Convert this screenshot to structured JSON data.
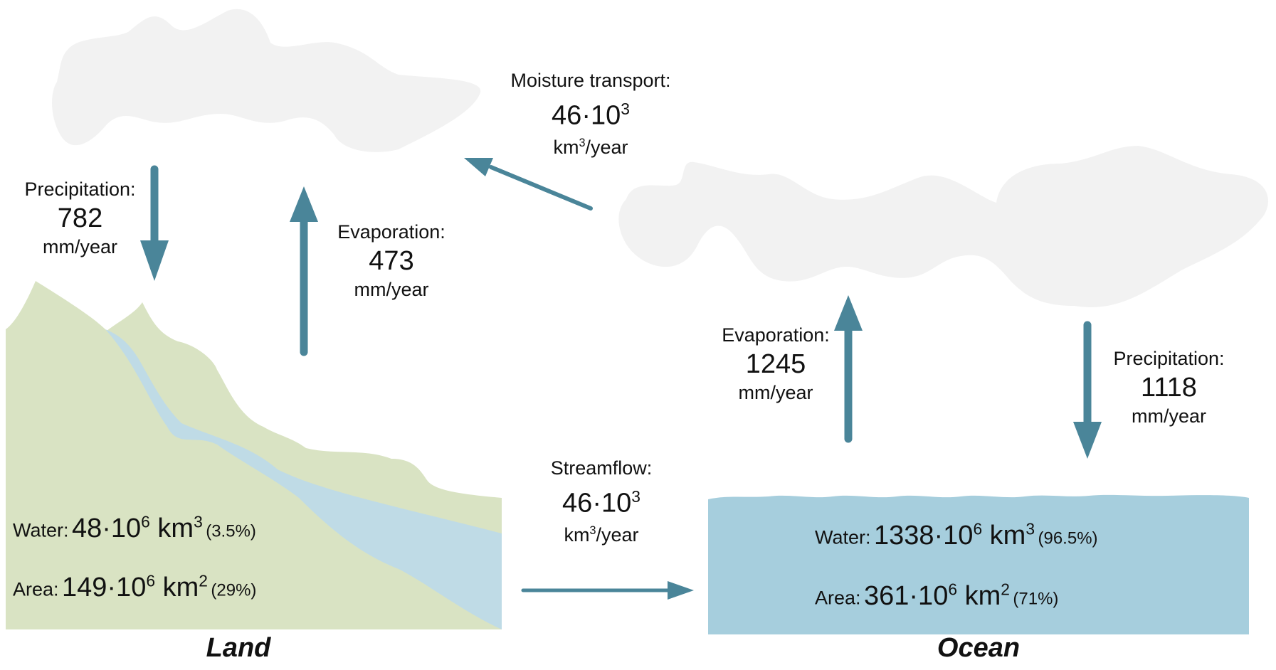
{
  "moisture_transport": {
    "label": "Moisture transport:",
    "value": "46·10",
    "exp": "3",
    "unit_base": "km",
    "unit_exp": "3",
    "unit_rest": "/year"
  },
  "land_precipitation": {
    "label": "Precipitation:",
    "value": "782",
    "unit": "mm/year"
  },
  "land_evaporation": {
    "label": "Evaporation:",
    "value": "473",
    "unit": "mm/year"
  },
  "ocean_evaporation": {
    "label": "Evaporation:",
    "value": "1245",
    "unit": "mm/year"
  },
  "ocean_precipitation": {
    "label": "Precipitation:",
    "value": "1118",
    "unit": "mm/year"
  },
  "streamflow": {
    "label": "Streamflow:",
    "value": "46·10",
    "exp": "3",
    "unit_base": "km",
    "unit_exp": "3",
    "unit_rest": "/year"
  },
  "land": {
    "name": "Land",
    "water": {
      "key": "Water:",
      "value": "48·10",
      "exp": "6",
      "unit": " km",
      "unit_exp": "3",
      "pct": "(3.5%)"
    },
    "area": {
      "key": "Area:",
      "value": "149·10",
      "exp": "6",
      "unit": " km",
      "unit_exp": "2",
      "pct": "(29%)"
    }
  },
  "ocean": {
    "name": "Ocean",
    "water": {
      "key": "Water:",
      "value": "1338·10",
      "exp": "6",
      "unit": " km",
      "unit_exp": "3",
      "pct": "(96.5%)"
    },
    "area": {
      "key": "Area:",
      "value": "361·10",
      "exp": "6",
      "unit": " km",
      "unit_exp": "2",
      "pct": "(71%)"
    }
  },
  "colors": {
    "cloud": "#f2f2f2",
    "land": "#d9e3c3",
    "river": "#bfdbe6",
    "ocean": "#a6cedd",
    "arrow": "#4a8599"
  }
}
